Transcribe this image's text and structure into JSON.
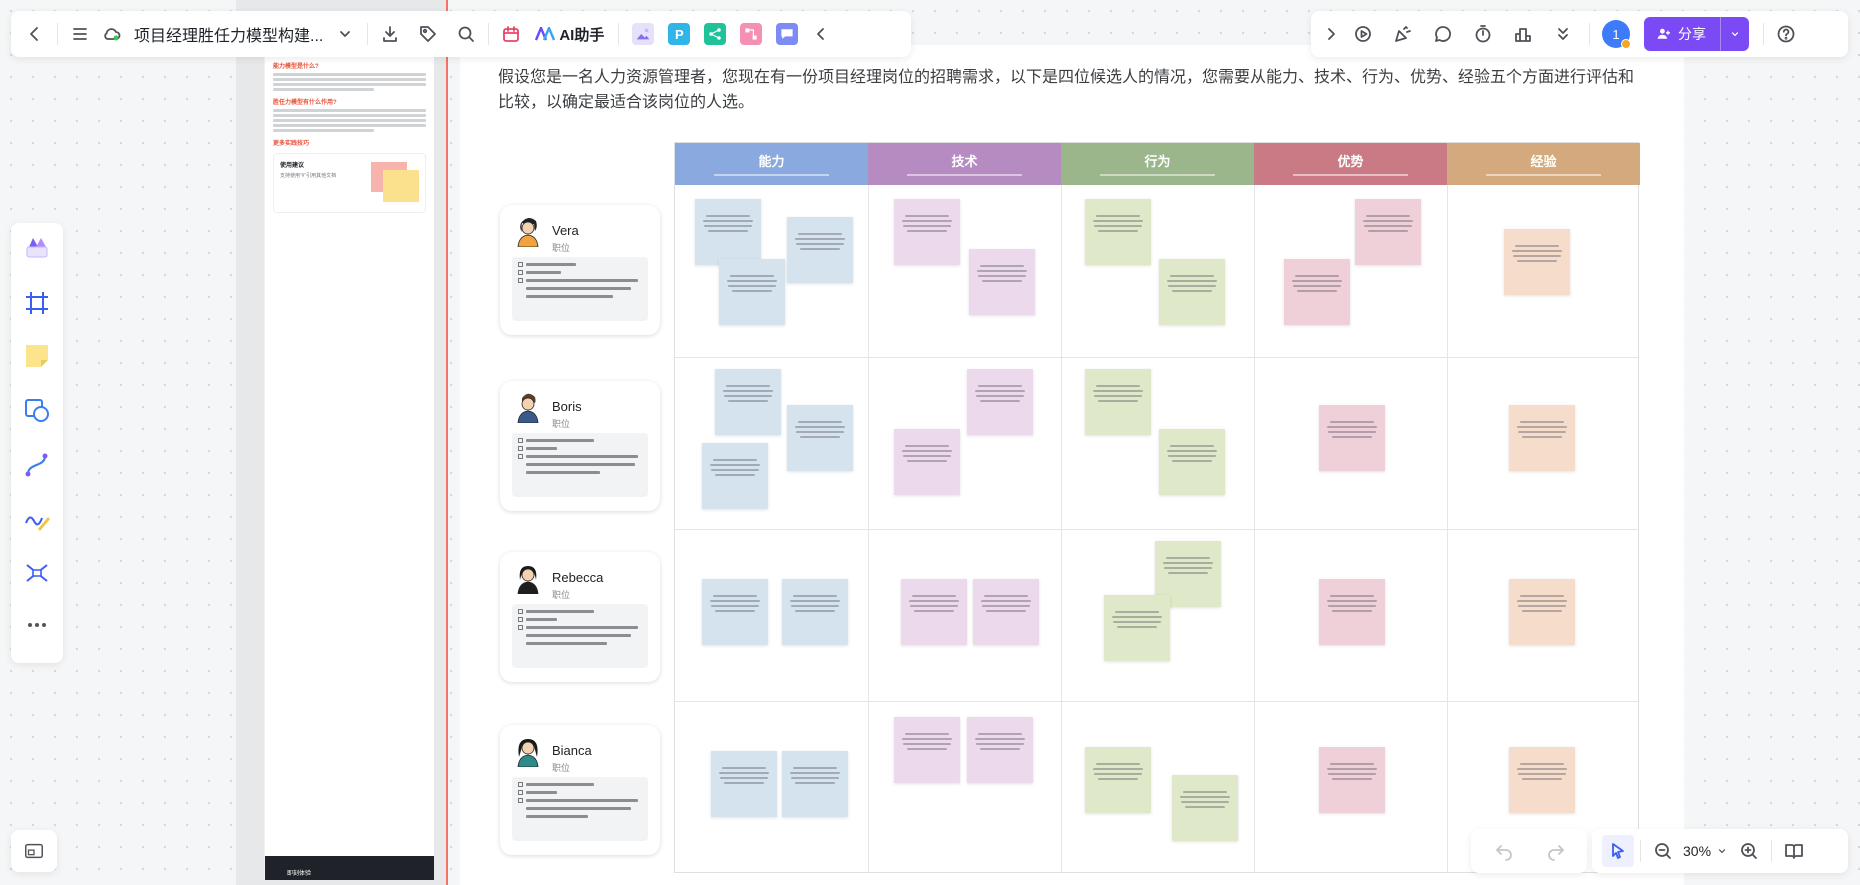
{
  "toolbar": {
    "doc_title": "项目经理胜任力模型构建...",
    "ai_label": "AI助手",
    "plugin_p_label": "P",
    "share_label": "分享",
    "online_count": "1"
  },
  "outline": {
    "heading1": "能力模型是什么?",
    "heading2": "胜任力模型有什么作用?",
    "heading3": "更多实践技巧",
    "card_title": "使用建议",
    "card_desc": "支持使用“#”引用其他文档",
    "bottom_text": "即刻体验"
  },
  "intro": "假设您是一名人力资源管理者，您现在有一份项目经理岗位的招聘需求，以下是四位候选人的情况，您需要从能力、技术、行为、优势、经验五个方面进行评估和比较，以确定最适合该岗位的人选。",
  "matrix": {
    "columns": [
      {
        "title": "能力",
        "color": "#8aa9de"
      },
      {
        "title": "技术",
        "color": "#b58bc2"
      },
      {
        "title": "行为",
        "color": "#9ab68a"
      },
      {
        "title": "优势",
        "color": "#c97a84"
      },
      {
        "title": "经验",
        "color": "#d4a97d"
      }
    ],
    "note_colors": {
      "blue": "#d5e3ee",
      "purple": "#ecd9ec",
      "green": "#dfe8c8",
      "pink": "#efcfd8",
      "peach": "#f5dccb"
    }
  },
  "candidates": [
    {
      "name": "Vera",
      "role": "职位"
    },
    {
      "name": "Boris",
      "role": "职位"
    },
    {
      "name": "Rebecca",
      "role": "职位"
    },
    {
      "name": "Bianca",
      "role": "职位"
    }
  ],
  "zoom": {
    "level": "30%"
  }
}
